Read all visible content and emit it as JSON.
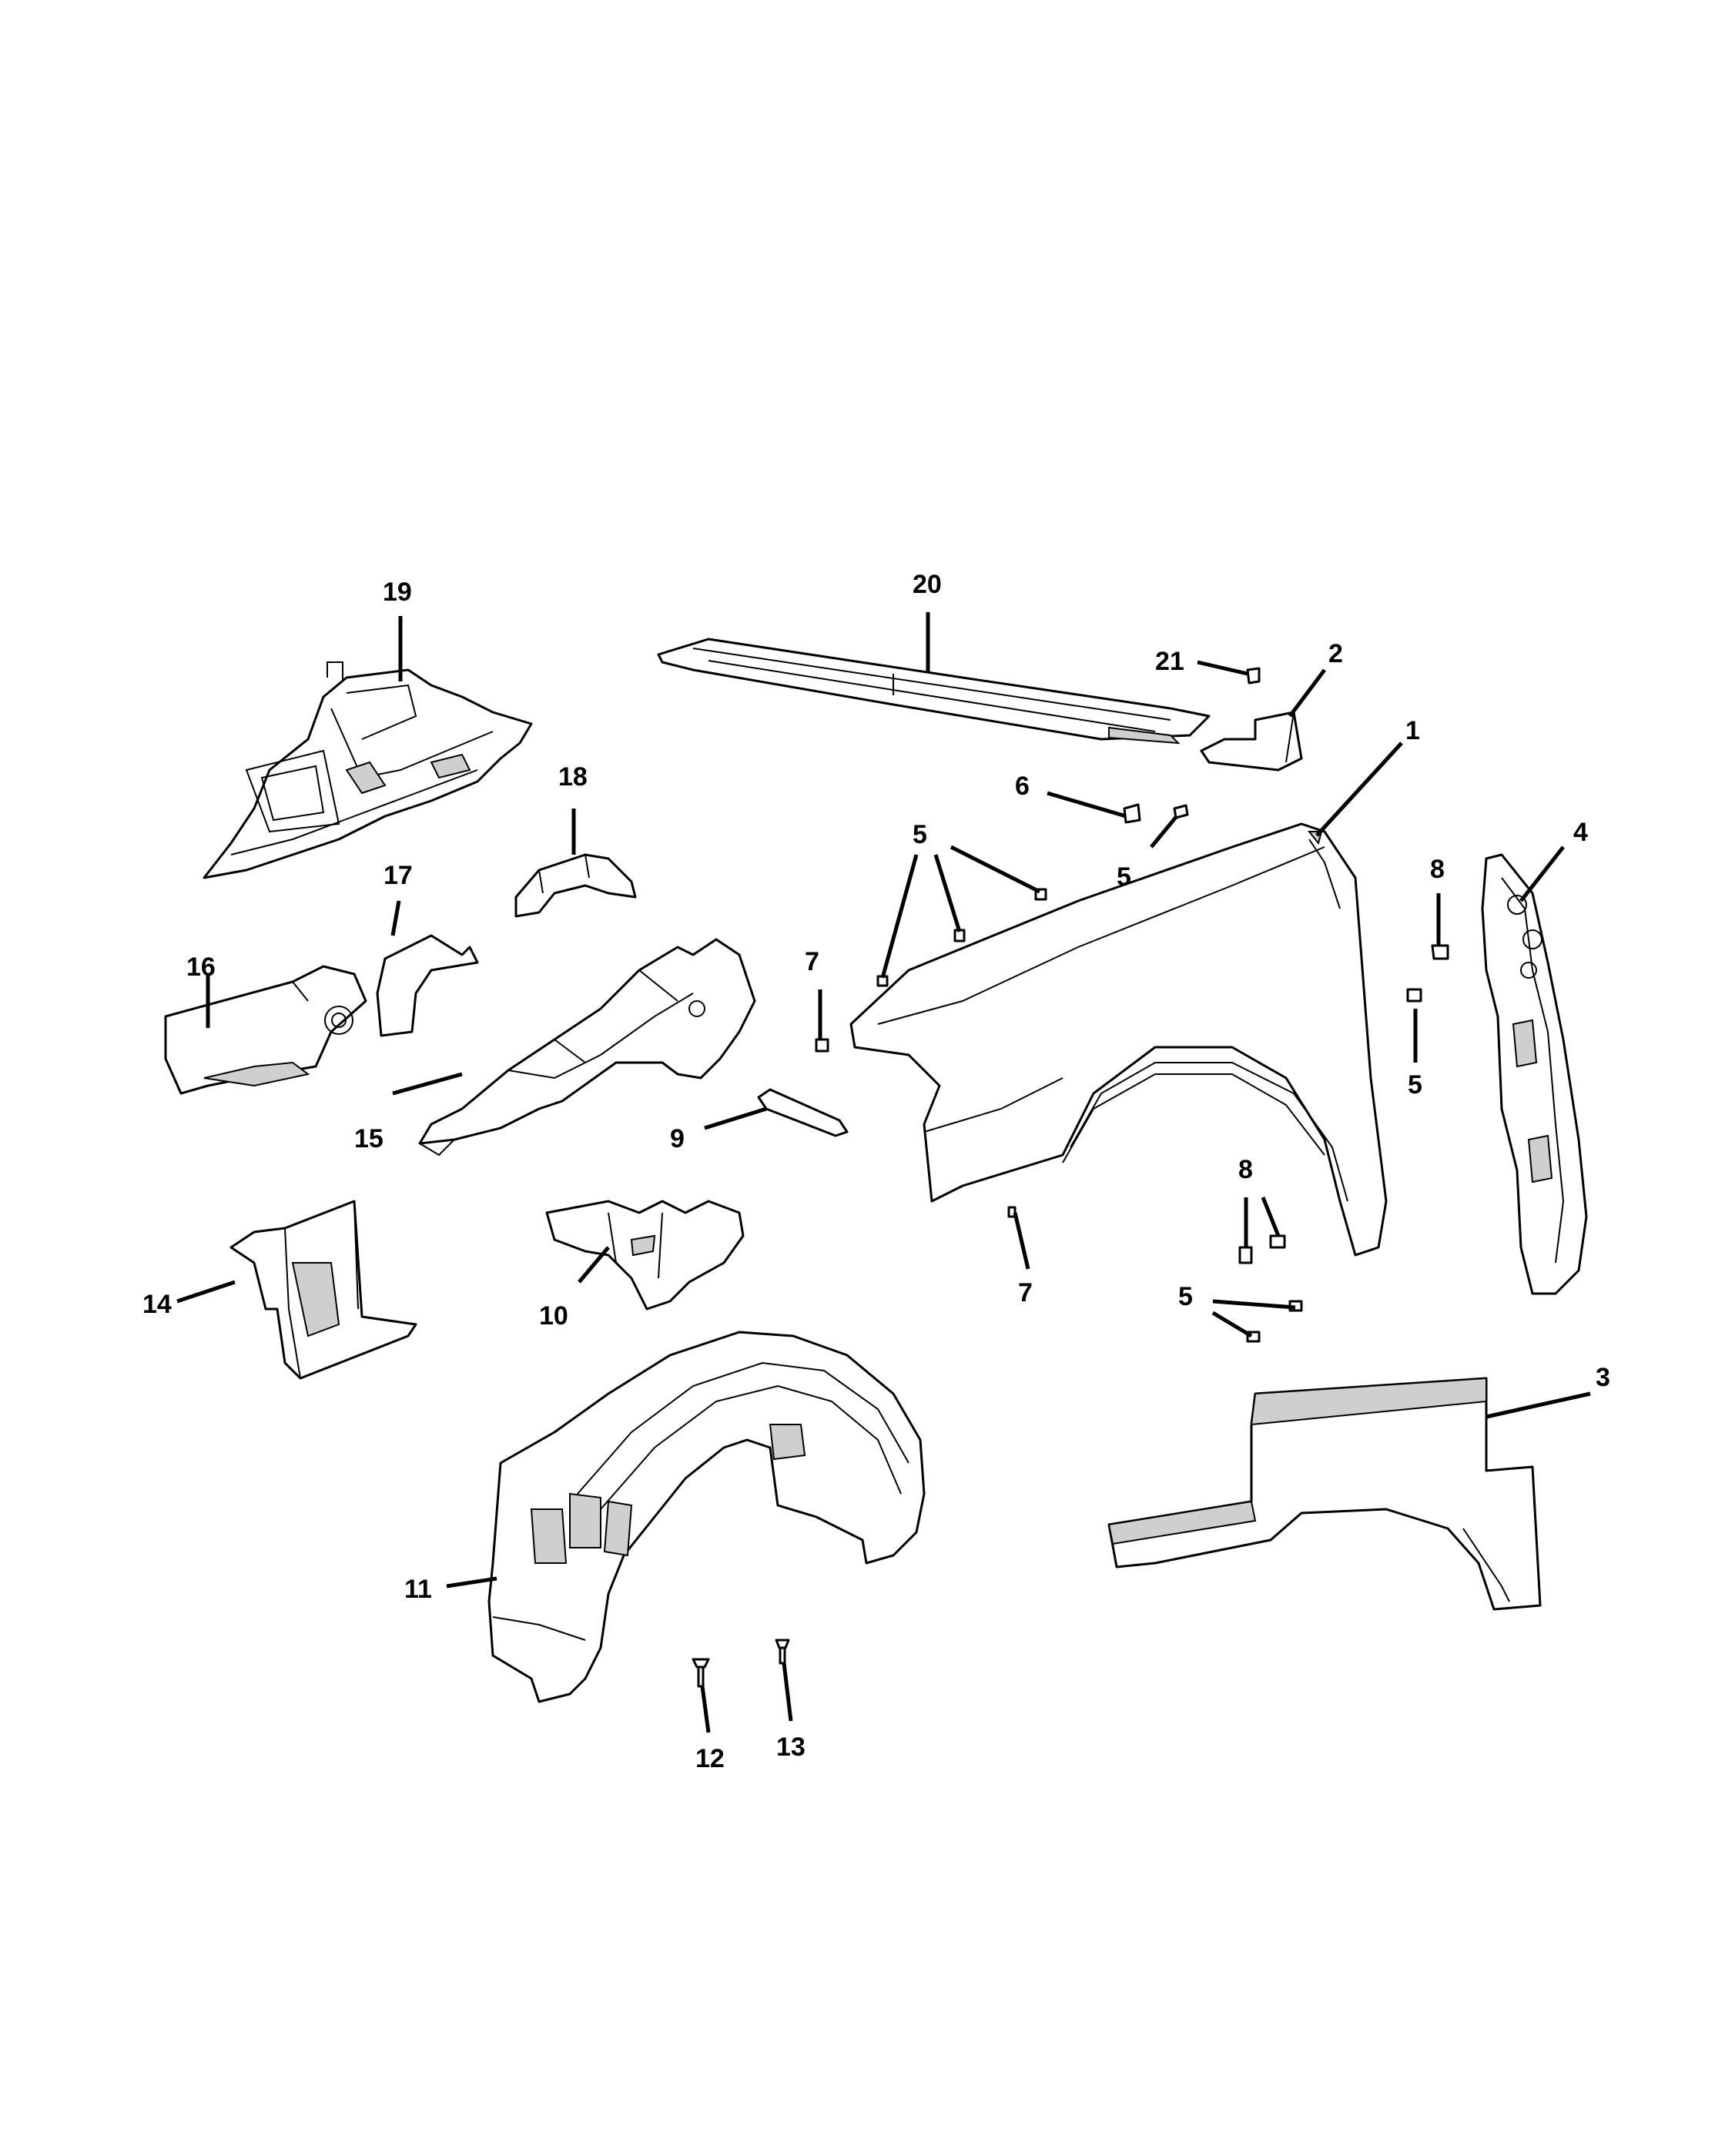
{
  "callouts": {
    "c1": "1",
    "c2": "2",
    "c3": "3",
    "c4": "4",
    "c5a": "5",
    "c5b": "5",
    "c5c": "5",
    "c5d": "5",
    "c6": "6",
    "c7a": "7",
    "c7b": "7",
    "c8a": "8",
    "c8b": "8",
    "c9": "9",
    "c10": "10",
    "c11": "11",
    "c12": "12",
    "c13": "13",
    "c14": "14",
    "c15": "15",
    "c16": "16",
    "c17": "17",
    "c18": "18",
    "c19": "19",
    "c20": "20",
    "c21": "21"
  }
}
